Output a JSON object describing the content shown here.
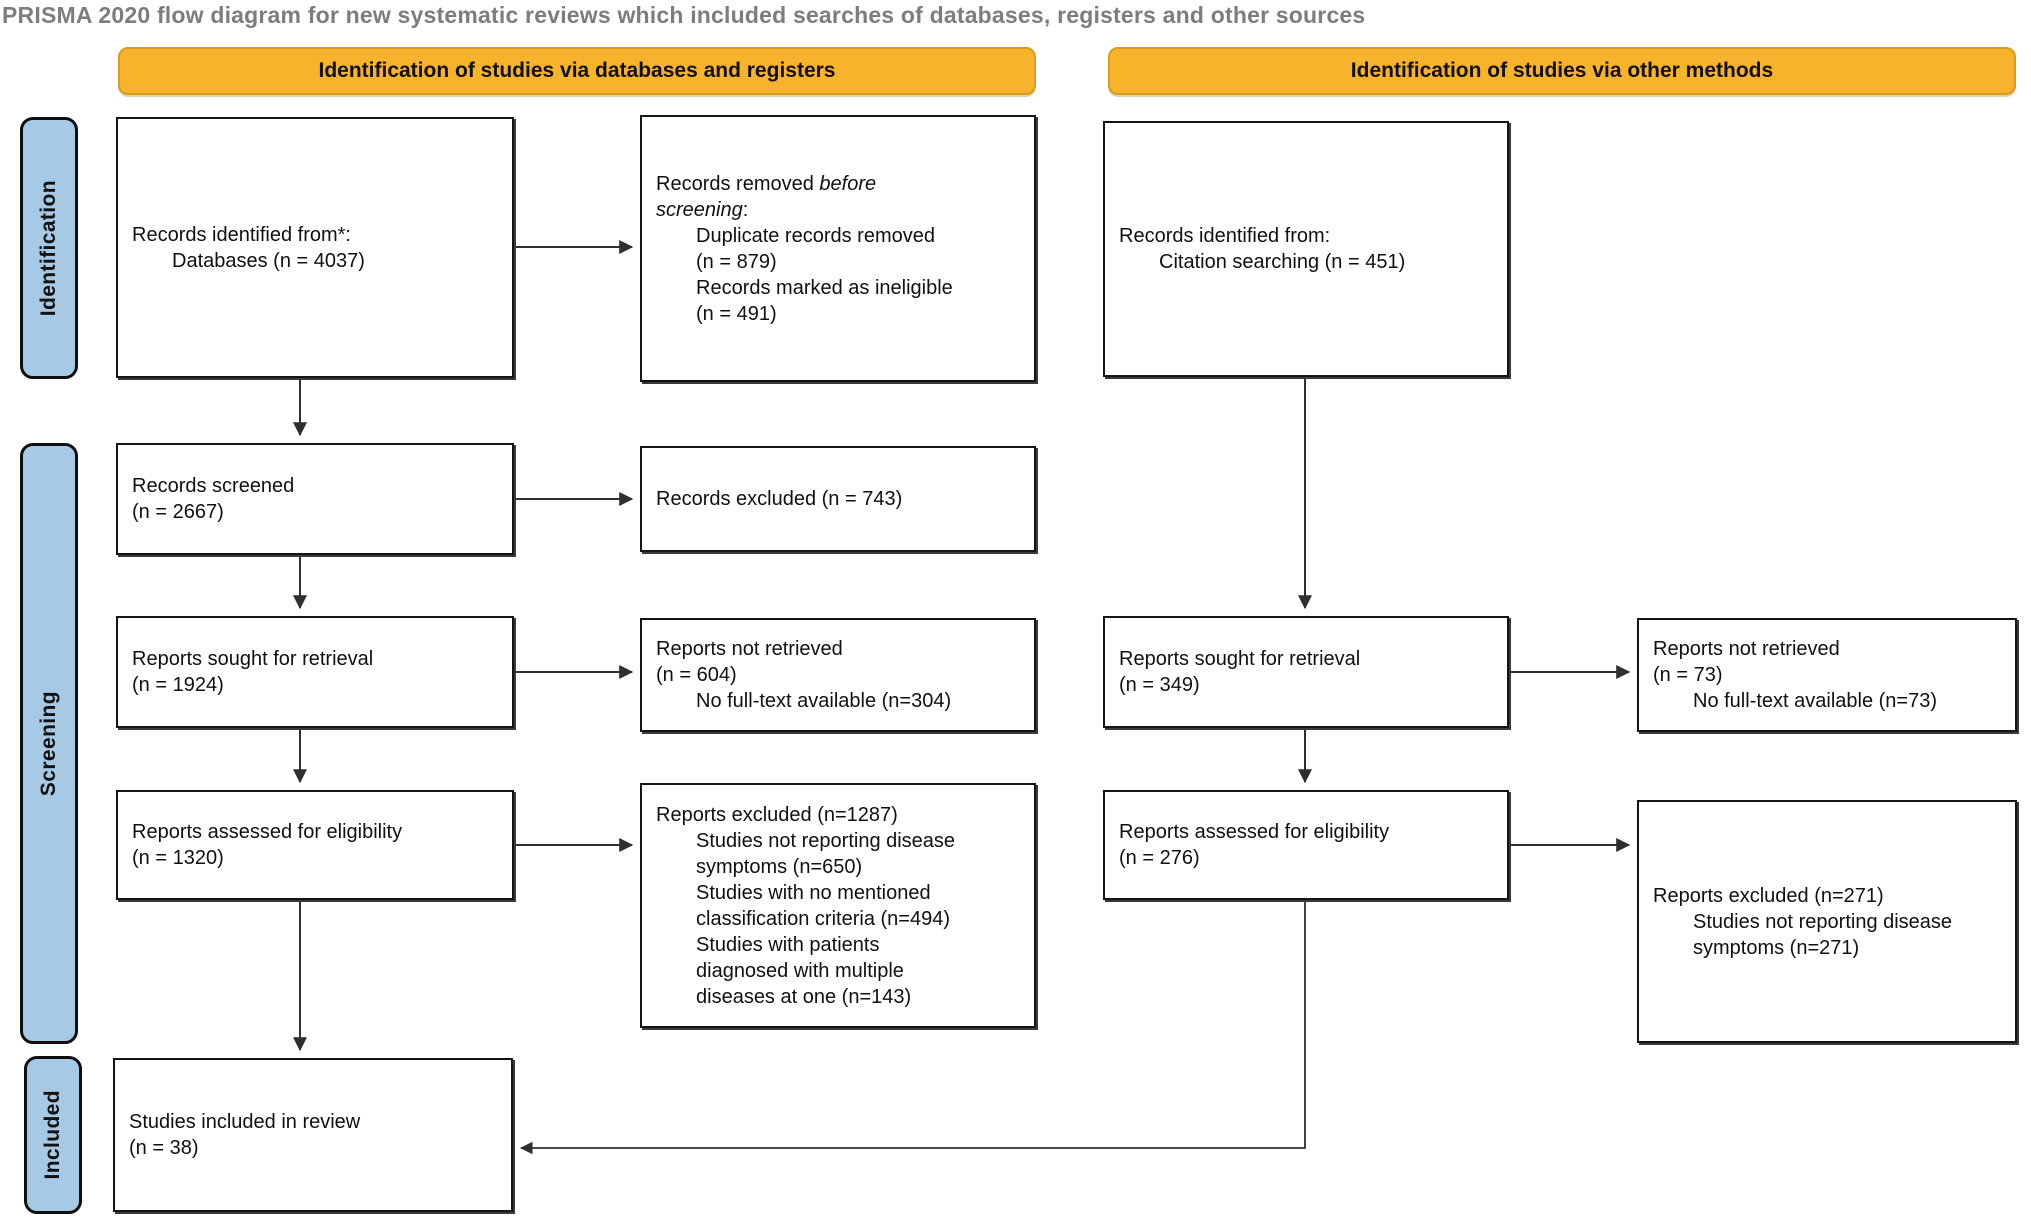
{
  "title": "PRISMA 2020 flow diagram for new systematic reviews which included searches of databases, registers and other sources",
  "colors": {
    "header_fill": "#F8B32C",
    "header_border": "#DB9B1C",
    "stage_fill": "#A6C9E5",
    "box_border": "#141414",
    "title_color": "#7d7d7d",
    "arrow_color": "#2f2f2f"
  },
  "headers": [
    {
      "id": "databases-registers",
      "label": "Identification of studies via databases and registers"
    },
    {
      "id": "other-methods",
      "label": "Identification of studies via other methods"
    }
  ],
  "stages": [
    {
      "id": "identification",
      "label": "Identification"
    },
    {
      "id": "screening",
      "label": "Screening"
    },
    {
      "id": "included",
      "label": "Included"
    }
  ],
  "boxes": {
    "records_identified_databases": {
      "lines": [
        {
          "indent": 0,
          "segs": [
            {
              "t": "Records identified from*:"
            }
          ]
        },
        {
          "indent": 1,
          "segs": [
            {
              "t": "Databases (n = 4037)"
            }
          ]
        }
      ]
    },
    "records_removed_before_screening": {
      "lines": [
        {
          "indent": 0,
          "segs": [
            {
              "t": "Records removed "
            },
            {
              "t": "before",
              "i": true
            }
          ]
        },
        {
          "indent": 0,
          "segs": [
            {
              "t": "screening",
              "i": true
            },
            {
              "t": ":"
            }
          ]
        },
        {
          "indent": 1,
          "segs": [
            {
              "t": "Duplicate records removed"
            }
          ]
        },
        {
          "indent": 1,
          "segs": [
            {
              "t": "(n = 879)"
            }
          ]
        },
        {
          "indent": 1,
          "segs": [
            {
              "t": "Records marked as ineligible"
            }
          ]
        },
        {
          "indent": 1,
          "segs": [
            {
              "t": "(n = 491)"
            }
          ]
        }
      ]
    },
    "records_identified_citation": {
      "lines": [
        {
          "indent": 0,
          "segs": [
            {
              "t": "Records identified from:"
            }
          ]
        },
        {
          "indent": 1,
          "segs": [
            {
              "t": "Citation searching (n = 451)"
            }
          ]
        }
      ]
    },
    "records_screened": {
      "lines": [
        {
          "indent": 0,
          "segs": [
            {
              "t": "Records screened"
            }
          ]
        },
        {
          "indent": 0,
          "segs": [
            {
              "t": "(n = 2667)"
            }
          ]
        }
      ]
    },
    "records_excluded": {
      "lines": [
        {
          "indent": 0,
          "segs": [
            {
              "t": "Records excluded (n = 743)"
            }
          ]
        }
      ]
    },
    "reports_sought_databases": {
      "lines": [
        {
          "indent": 0,
          "segs": [
            {
              "t": "Reports sought for retrieval"
            }
          ]
        },
        {
          "indent": 0,
          "segs": [
            {
              "t": "(n = 1924)"
            }
          ]
        }
      ]
    },
    "reports_not_retrieved_databases": {
      "lines": [
        {
          "indent": 0,
          "segs": [
            {
              "t": "Reports not retrieved"
            }
          ]
        },
        {
          "indent": 0,
          "segs": [
            {
              "t": "(n = 604)"
            }
          ]
        },
        {
          "indent": 1,
          "segs": [
            {
              "t": "No full-text available (n=304)"
            }
          ]
        }
      ]
    },
    "reports_assessed_databases": {
      "lines": [
        {
          "indent": 0,
          "segs": [
            {
              "t": "Reports assessed for eligibility"
            }
          ]
        },
        {
          "indent": 0,
          "segs": [
            {
              "t": "(n = 1320)"
            }
          ]
        }
      ]
    },
    "reports_excluded_databases": {
      "lines": [
        {
          "indent": 0,
          "segs": [
            {
              "t": "Reports excluded (n=1287)"
            }
          ]
        },
        {
          "indent": 1,
          "segs": [
            {
              "t": "Studies not reporting disease"
            }
          ]
        },
        {
          "indent": 1,
          "segs": [
            {
              "t": "symptoms (n=650)"
            }
          ]
        },
        {
          "indent": 1,
          "segs": [
            {
              "t": "Studies with no mentioned"
            }
          ]
        },
        {
          "indent": 1,
          "segs": [
            {
              "t": "classification criteria (n=494)"
            }
          ]
        },
        {
          "indent": 1,
          "segs": [
            {
              "t": "Studies with patients"
            }
          ]
        },
        {
          "indent": 1,
          "segs": [
            {
              "t": "diagnosed with multiple"
            }
          ]
        },
        {
          "indent": 1,
          "segs": [
            {
              "t": "diseases at one (n=143)"
            }
          ]
        }
      ]
    },
    "reports_sought_other": {
      "lines": [
        {
          "indent": 0,
          "segs": [
            {
              "t": "Reports sought for retrieval"
            }
          ]
        },
        {
          "indent": 0,
          "segs": [
            {
              "t": "(n = 349)"
            }
          ]
        }
      ]
    },
    "reports_not_retrieved_other": {
      "lines": [
        {
          "indent": 0,
          "segs": [
            {
              "t": "Reports not retrieved"
            }
          ]
        },
        {
          "indent": 0,
          "segs": [
            {
              "t": "(n = 73)"
            }
          ]
        },
        {
          "indent": 1,
          "segs": [
            {
              "t": "No full-text available (n=73)"
            }
          ]
        }
      ]
    },
    "reports_assessed_other": {
      "lines": [
        {
          "indent": 0,
          "segs": [
            {
              "t": "Reports assessed for eligibility"
            }
          ]
        },
        {
          "indent": 0,
          "segs": [
            {
              "t": "(n = 276)"
            }
          ]
        }
      ]
    },
    "reports_excluded_other": {
      "lines": [
        {
          "indent": 0,
          "segs": [
            {
              "t": "Reports excluded (n=271)"
            }
          ]
        },
        {
          "indent": 1,
          "segs": [
            {
              "t": "Studies not reporting disease"
            }
          ]
        },
        {
          "indent": 1,
          "segs": [
            {
              "t": "symptoms (n=271)"
            }
          ]
        }
      ]
    },
    "studies_included": {
      "lines": [
        {
          "indent": 0,
          "segs": [
            {
              "t": "Studies included in review"
            }
          ]
        },
        {
          "indent": 0,
          "segs": [
            {
              "t": "(n = 38)"
            }
          ]
        }
      ]
    }
  }
}
